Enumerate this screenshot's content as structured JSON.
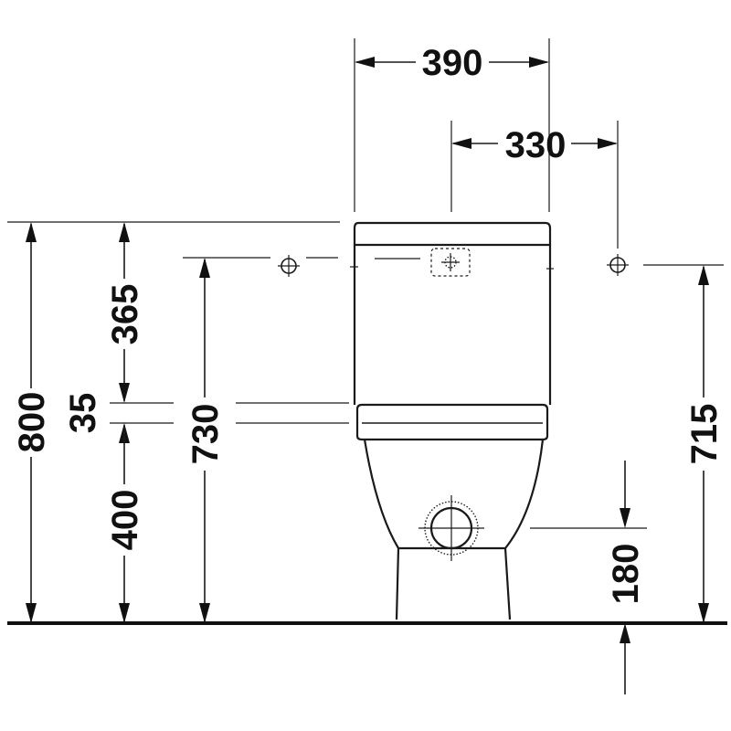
{
  "dimensions": {
    "top_width": "390",
    "mount_spacing": "330",
    "total_height": "800",
    "tank_height": "365",
    "seat_thickness": "35",
    "bowl_height": "400",
    "mount_height_left": "730",
    "mount_height_right": "715",
    "outlet_height": "180"
  }
}
